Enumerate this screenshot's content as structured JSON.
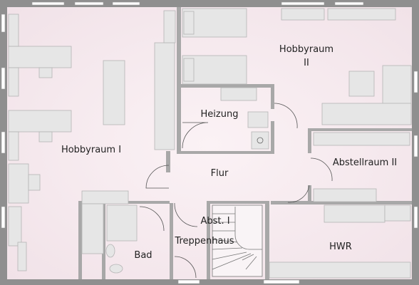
{
  "plan": {
    "rooms": [
      {
        "id": "hobbyraum-1",
        "label": "Hobbyraum I"
      },
      {
        "id": "hobbyraum-2",
        "label_line1": "Hobbyraum",
        "label_line2": "II"
      },
      {
        "id": "heizung",
        "label": "Heizung"
      },
      {
        "id": "flur",
        "label": "Flur"
      },
      {
        "id": "abstellraum-2",
        "label": "Abstellraum II"
      },
      {
        "id": "abstellraum-1",
        "label": "Abst. I"
      },
      {
        "id": "treppenhaus",
        "label": "Treppenhaus"
      },
      {
        "id": "bad",
        "label": "Bad"
      },
      {
        "id": "hwr",
        "label": "HWR"
      }
    ],
    "colors": {
      "floor": "#f6e9ee",
      "wall_outer": "#8f8f8f",
      "wall_inner": "#a8a8a8",
      "furniture_fill": "#e6e6e6",
      "furniture_stroke": "#b5b5b5",
      "window": "#ffffff"
    }
  }
}
